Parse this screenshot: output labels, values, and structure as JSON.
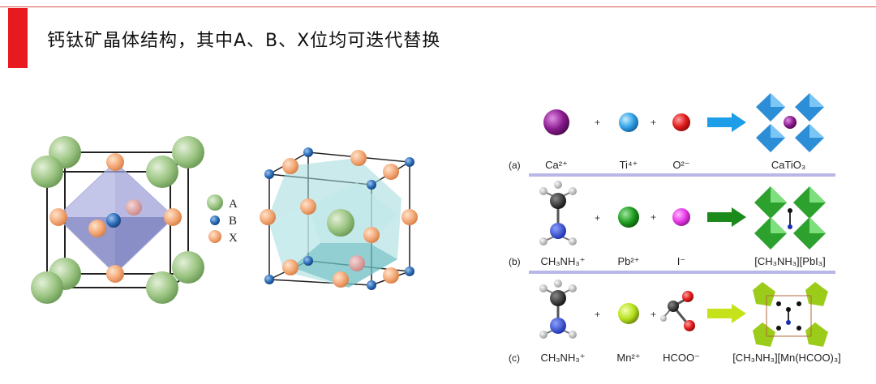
{
  "header": {
    "title": "钙钛矿晶体结构，其中A、B、X位均可迭代替换",
    "accent_color": "#e8191f"
  },
  "legend": {
    "items": [
      {
        "label": "A",
        "color": "#8fba74"
      },
      {
        "label": "B",
        "color": "#1f5fa8"
      },
      {
        "label": "X",
        "color": "#f0a070"
      }
    ]
  },
  "reactions": {
    "plus": "+",
    "rows": [
      {
        "tag": "(a)",
        "labels": [
          "Ca²⁺",
          "Ti⁴⁺",
          "O²⁻",
          "CaTiO₃"
        ]
      },
      {
        "tag": "(b)",
        "labels": [
          "CH₃NH₃⁺",
          "Pb²⁺",
          "I⁻",
          "[CH₃NH₃][PbI₃]"
        ]
      },
      {
        "tag": "(c)",
        "labels": [
          "CH₃NH₃⁺",
          "Mn²⁺",
          "HCOO⁻",
          "[CH₃NH₃][Mn(HCOO)₃]"
        ]
      }
    ]
  }
}
